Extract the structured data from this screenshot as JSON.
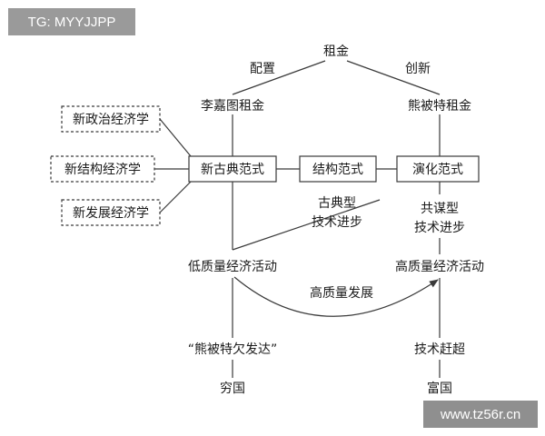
{
  "watermarks": {
    "top_left": "TG: MYYJJPP",
    "bottom_right": "www.tz56r.cn"
  },
  "nodes": {
    "rent": "租金",
    "allocation": "配置",
    "innovation": "创新",
    "ricardian_rent": "李嘉图租金",
    "schumpeterian_rent": "熊被特租金",
    "new_political_economics": "新政治经济学",
    "new_structural_economics": "新结构经济学",
    "new_development_economics": "新发展经济学",
    "neoclassical_paradigm": "新古典范式",
    "structural_paradigm": "结构范式",
    "evolutionary_paradigm": "演化范式",
    "classical_tech_line1": "古典型",
    "classical_tech_line2": "技术进步",
    "cospecific_tech_line1": "共谋型",
    "cospecific_tech_line2": "技术进步",
    "low_quality_activity": "低质量经济活动",
    "high_quality_activity": "高质量经济活动",
    "high_quality_development": "高质量发展",
    "schumpeter_underdeveloped": "“熊被特欠发达”",
    "tech_catchup": "技术赶超",
    "poor_country": "穷国",
    "rich_country": "富国"
  }
}
